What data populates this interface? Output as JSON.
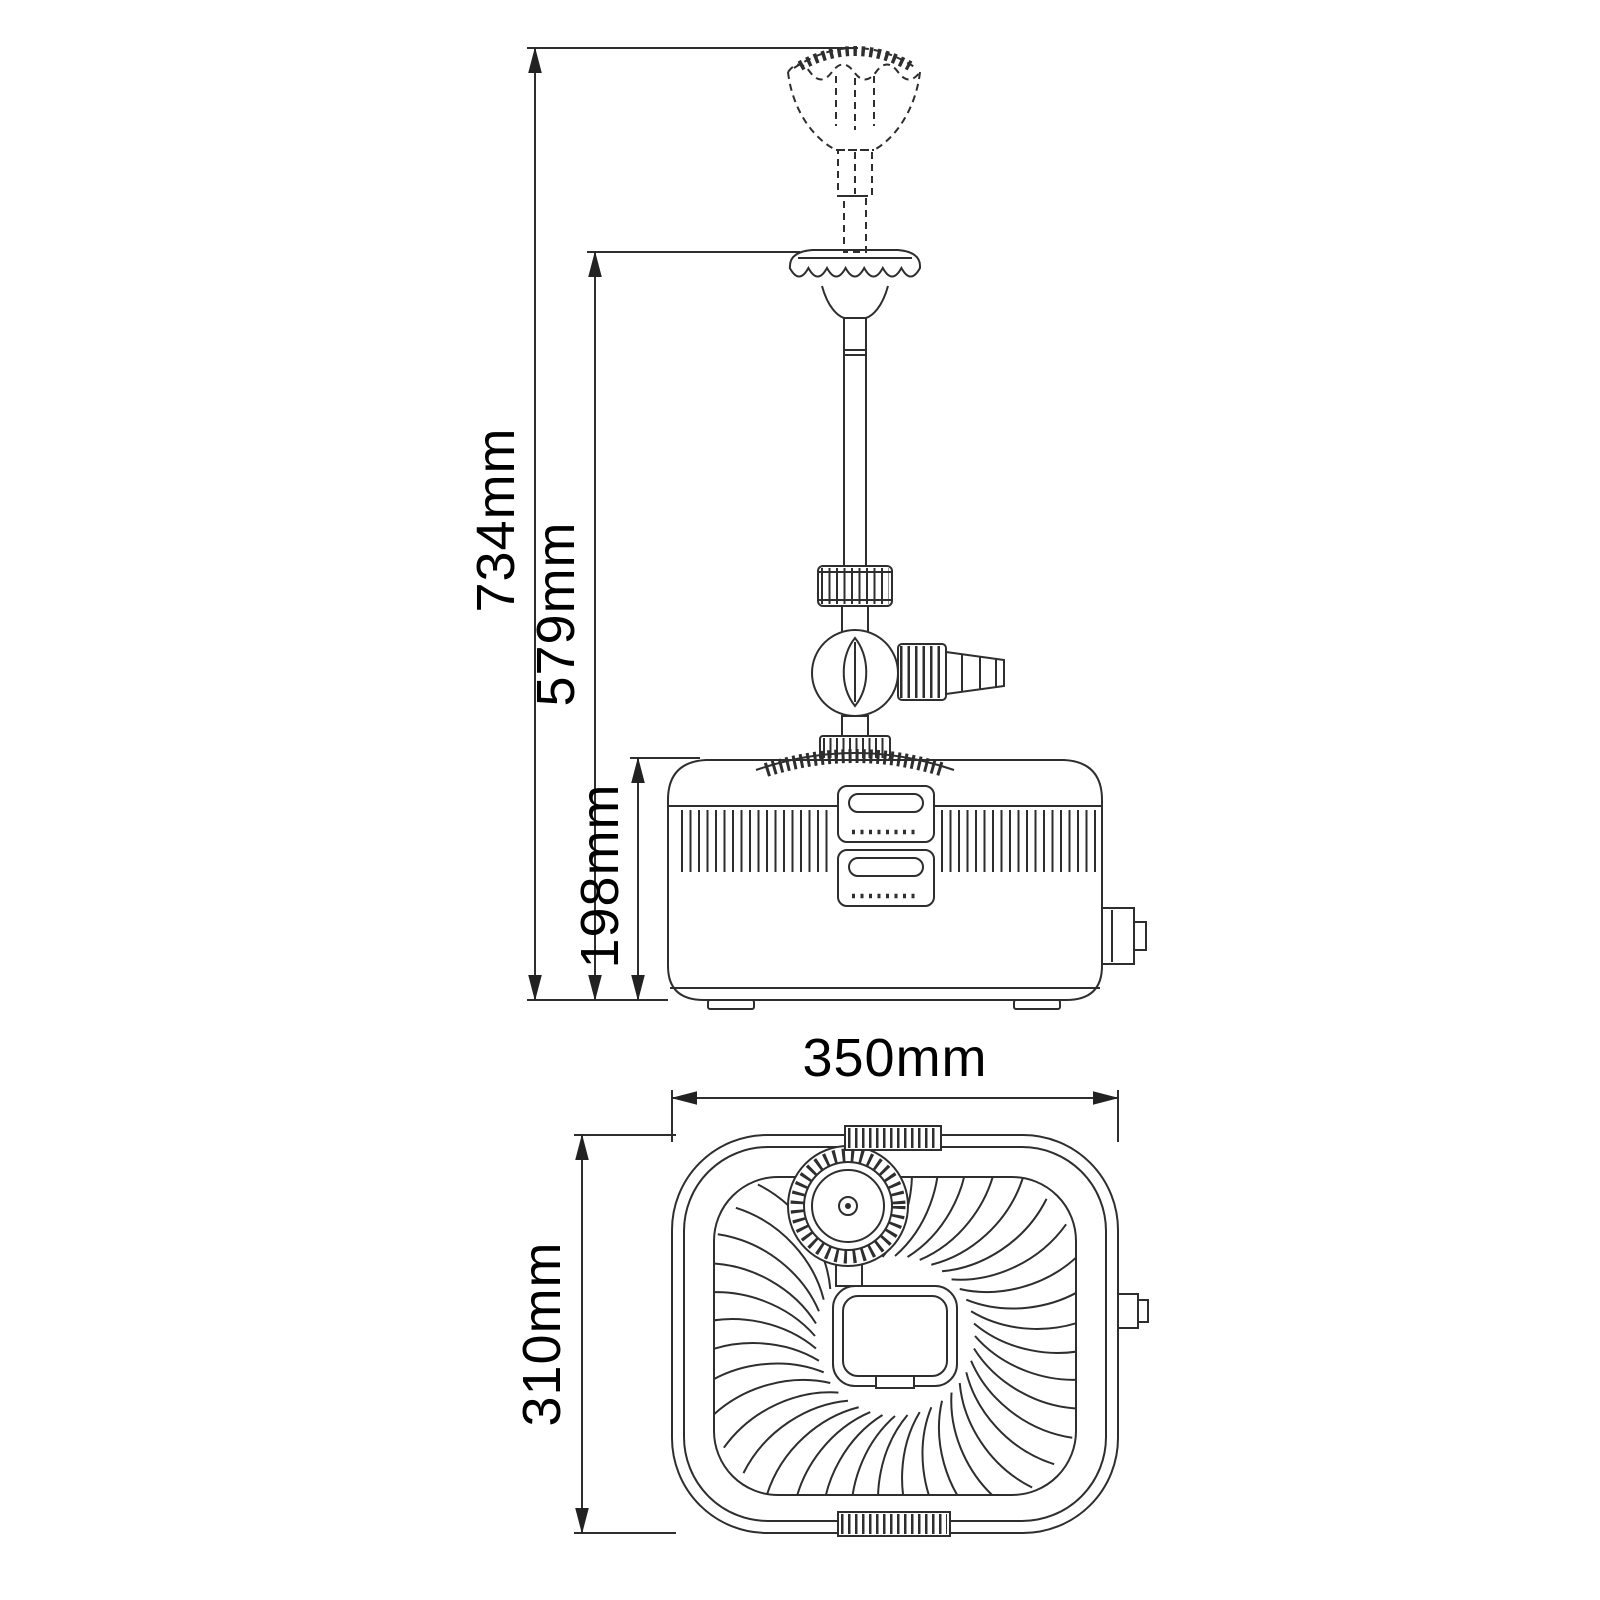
{
  "page": {
    "background": "#ffffff",
    "line_color": "#2e2e2e"
  },
  "dimensions": {
    "overall_height": "734mm",
    "head_height": "579mm",
    "body_height": "198mm",
    "body_width": "350mm",
    "body_depth": "310mm"
  }
}
